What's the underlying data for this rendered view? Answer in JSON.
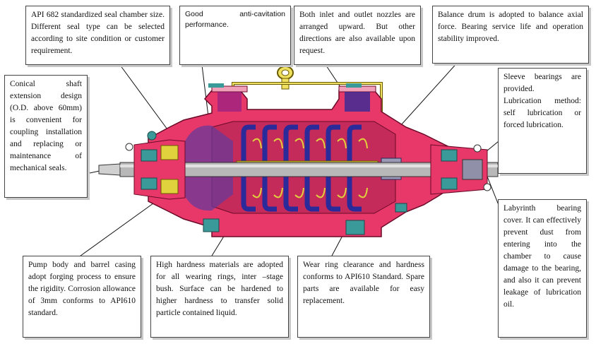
{
  "callouts": {
    "seal_chamber": "API 682 standardized seal chamber size. Different seal type can be selected according to site condition or customer requirement.",
    "anti_cavitation": "Good anti-cavitation performance.",
    "nozzles": "Both inlet and outlet nozzles are arranged upward. But other directions are also available upon request.",
    "balance_drum": "Balance drum is adopted to balance axial force. Bearing service life and operation stability improved.",
    "conical_shaft": "Conical shaft extension design (O.D. above 60mm) is convenient for coupling installation and replacing or maintenance of mechanical seals.",
    "sleeve_bearings_1": "Sleeve bearings are provided.",
    "sleeve_bearings_2": "Lubrication method: self lubrication or forced lubrication.",
    "labyrinth": "Labyrinth bearing cover. It can effectively prevent dust from entering into the chamber to cause damage to the bearing, and also it can prevent leakage of lubrication oil.",
    "pump_body": "Pump body and barrel casing adopt forging process to ensure the rigidity. Corrosion allowance of 3mm conforms to API610 standard.",
    "wearing_rings": "High hardness materials are adopted for all wearing rings, inter –stage bush. Surface can be hardened to higher hardness to transfer solid particle contained liquid.",
    "wear_ring_clearance": "Wear ring clearance and hardness conforms to API610 Standard. Spare parts are available for easy replacement."
  },
  "colors": {
    "casing": "#e8386a",
    "casing_outline": "#6a0a28",
    "impeller": "#2a2a9a",
    "bush": "#e0d23c",
    "shaft": "#b8b8b8",
    "bearing": "#3a9a9a",
    "flange": "#f0a0b8",
    "callout_border": "#444444"
  }
}
